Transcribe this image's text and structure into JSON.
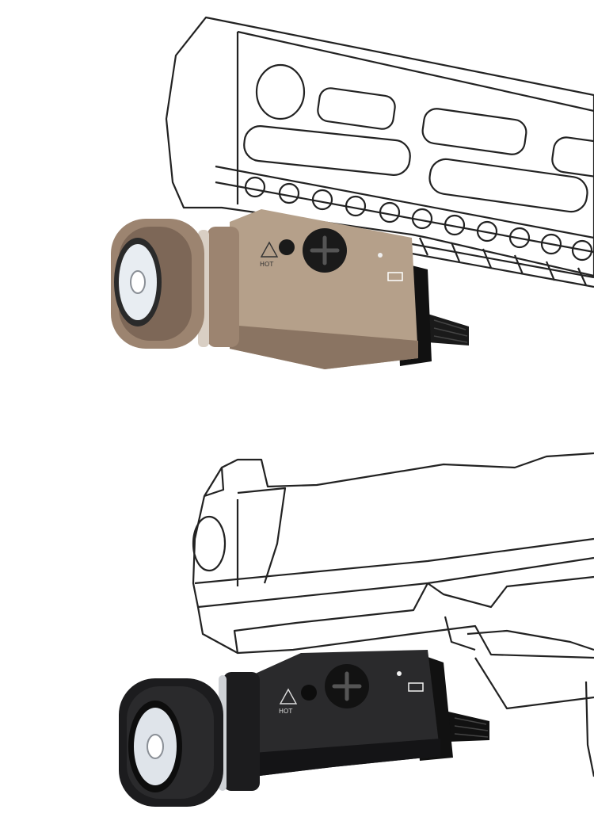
{
  "products": [
    {
      "id": "tan",
      "mount": "rifle-handguard",
      "body_color": "#b5a08a",
      "body_shadow": "#8a7462",
      "bezel_color": "#9c8470",
      "lens_color": "#e8edf2",
      "hot_label": "HOT"
    },
    {
      "id": "black",
      "mount": "pistol-slide",
      "body_color": "#2a2a2c",
      "body_shadow": "#141416",
      "bezel_color": "#1c1c1e",
      "lens_color": "#dfe4ea",
      "hot_label": "HOT"
    }
  ],
  "icons": [
    "warning-triangle-icon",
    "battery-icon",
    "cross-screw-icon"
  ]
}
